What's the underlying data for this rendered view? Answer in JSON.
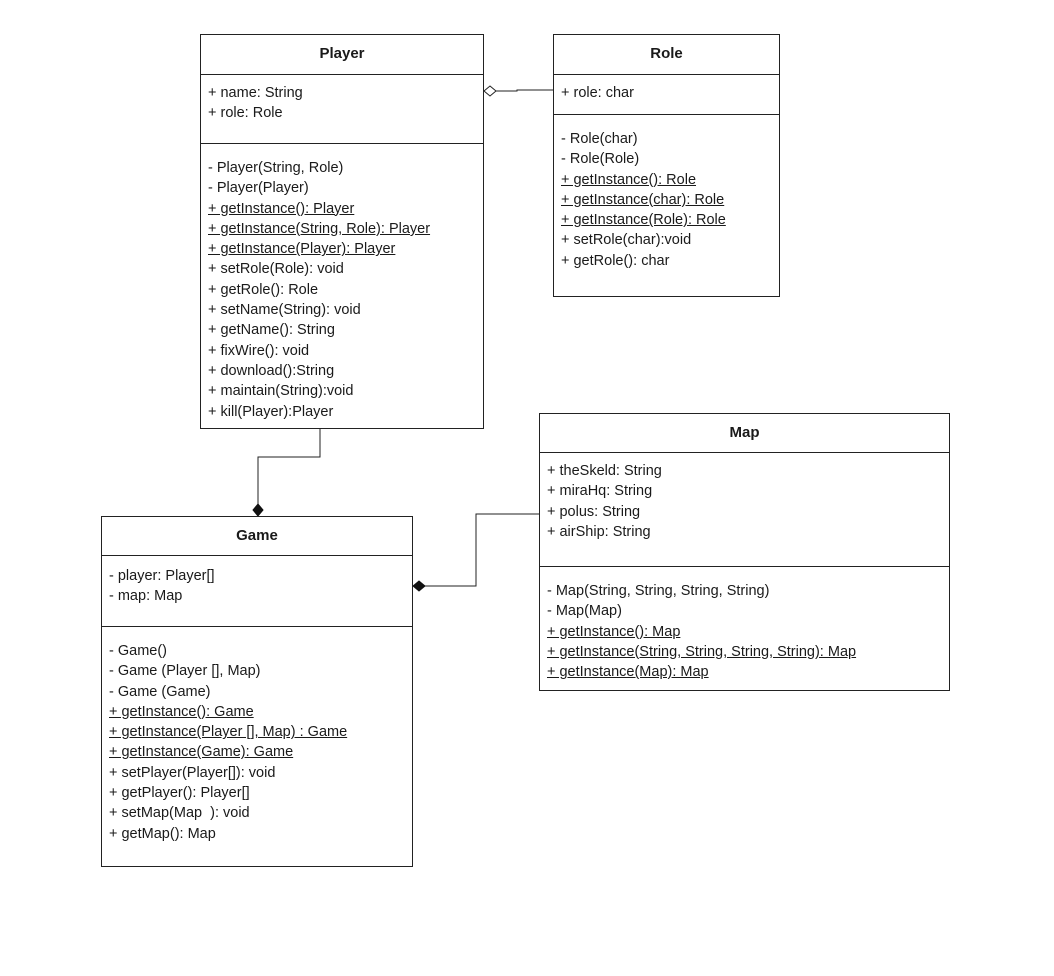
{
  "classes": {
    "player": {
      "name": "Player",
      "attributes": [
        "+ name: String",
        "+ role: Role"
      ],
      "operations": [
        {
          "text": "- Player(String, Role)",
          "static": false
        },
        {
          "text": "- Player(Player)",
          "static": false
        },
        {
          "text": "+ getInstance(): Player",
          "static": true
        },
        {
          "text": "+ getInstance(String, Role): Player",
          "static": true
        },
        {
          "text": "+ getInstance(Player): Player",
          "static": true
        },
        {
          "text": "+ setRole(Role): void",
          "static": false
        },
        {
          "text": "+ getRole(): Role",
          "static": false
        },
        {
          "text": "+ setName(String): void",
          "static": false
        },
        {
          "text": "+ getName(): String",
          "static": false
        },
        {
          "text": "+ fixWire(): void",
          "static": false
        },
        {
          "text": "+ download():String",
          "static": false
        },
        {
          "text": "+ maintain(String):void",
          "static": false
        },
        {
          "text": "+ kill(Player):Player",
          "static": false
        }
      ]
    },
    "role": {
      "name": "Role",
      "attributes": [
        "+ role: char"
      ],
      "operations": [
        {
          "text": "- Role(char)",
          "static": false
        },
        {
          "text": "- Role(Role)",
          "static": false
        },
        {
          "text": "+ getInstance(): Role",
          "static": true
        },
        {
          "text": "+ getInstance(char): Role",
          "static": true
        },
        {
          "text": "+ getInstance(Role): Role",
          "static": true
        },
        {
          "text": "+ setRole(char):void",
          "static": false
        },
        {
          "text": "+ getRole(): char",
          "static": false
        }
      ]
    },
    "map": {
      "name": "Map",
      "attributes": [
        "+ theSkeld: String",
        "+ miraHq: String",
        "+ polus: String",
        "+ airShip: String"
      ],
      "operations": [
        {
          "text": "- Map(String, String, String, String)",
          "static": false
        },
        {
          "text": "- Map(Map)",
          "static": false
        },
        {
          "text": "+ getInstance(): Map",
          "static": true
        },
        {
          "text": "+ getInstance(String, String, String, String): Map",
          "static": true
        },
        {
          "text": "+ getInstance(Map): Map",
          "static": true
        }
      ]
    },
    "game": {
      "name": "Game",
      "attributes": [
        "- player: Player[]",
        "- map: Map"
      ],
      "operations": [
        {
          "text": "- Game()",
          "static": false
        },
        {
          "text": "- Game (Player [], Map)",
          "static": false
        },
        {
          "text": "- Game (Game)",
          "static": false
        },
        {
          "text": "+ getInstance(): Game",
          "static": true
        },
        {
          "text": "+ getInstance(Player [], Map) : Game",
          "static": true
        },
        {
          "text": "+ getInstance(Game): Game",
          "static": true
        },
        {
          "text": "+ setPlayer(Player[]): void",
          "static": false
        },
        {
          "text": "+ getPlayer(): Player[]",
          "static": false
        },
        {
          "text": "+ setMap(Map  ): void",
          "static": false
        },
        {
          "text": "+ getMap(): Map",
          "static": false
        }
      ]
    }
  },
  "relationships": [
    {
      "type": "aggregation",
      "from": "role",
      "to": "player"
    },
    {
      "type": "composition",
      "from": "player",
      "to": "game"
    },
    {
      "type": "composition",
      "from": "map",
      "to": "game"
    }
  ]
}
